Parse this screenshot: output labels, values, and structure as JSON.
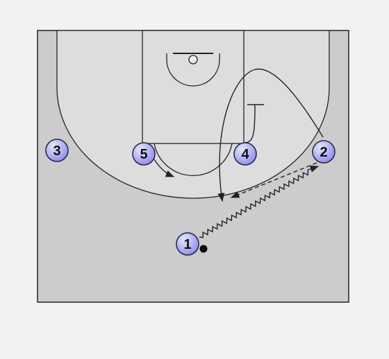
{
  "colors": {
    "background": "#f2f2f2",
    "court_outer": "#cccccc",
    "court_inner": "#dddddd",
    "lines": "#222222",
    "player_fill_light": "#e6e6ff",
    "player_fill_dark": "#8c8cf0",
    "player_stroke": "#222244",
    "ball": "#000000"
  },
  "players": [
    {
      "id": "p1",
      "label": "1",
      "has_ball": true
    },
    {
      "id": "p2",
      "label": "2",
      "has_ball": false
    },
    {
      "id": "p3",
      "label": "3",
      "has_ball": false
    },
    {
      "id": "p4",
      "label": "4",
      "has_ball": false
    },
    {
      "id": "p5",
      "label": "5",
      "has_ball": false
    }
  ],
  "actions": [
    {
      "type": "dribble",
      "from": "1",
      "to": "2"
    },
    {
      "type": "pass",
      "from": "2",
      "to": "1"
    },
    {
      "type": "cut",
      "player": "2"
    },
    {
      "type": "screen",
      "player": "4"
    },
    {
      "type": "cut",
      "player": "5"
    }
  ]
}
